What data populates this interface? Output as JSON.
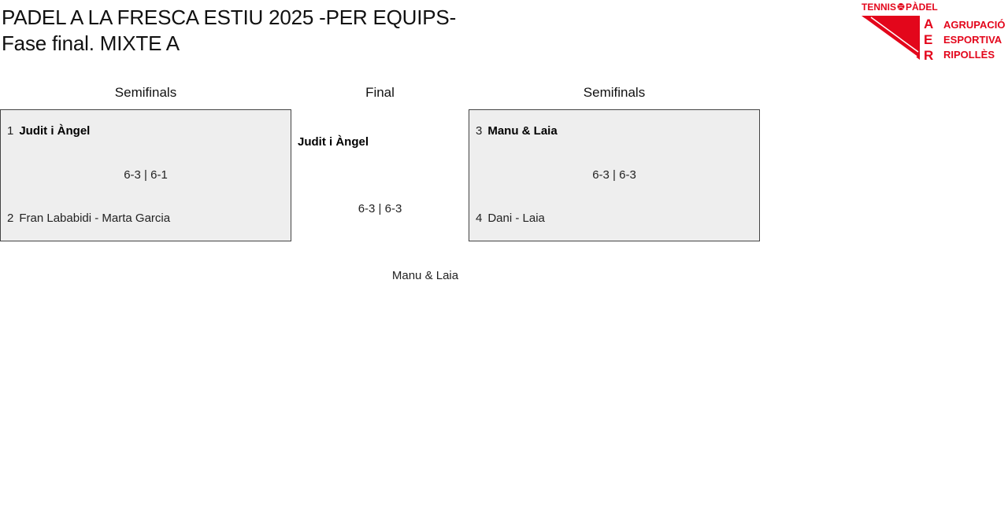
{
  "header": {
    "title_line1": "PADEL A LA FRESCA ESTIU 2025 -PER EQUIPS-",
    "title_line2": "Fase final. MIXTE A"
  },
  "logo": {
    "top_text": "TENNIS",
    "top_text2": "PÀDEL",
    "letters": [
      "A",
      "E",
      "R"
    ],
    "line1": "AGRUPACIÓ",
    "line2": "ESPORTIVA",
    "line3": "RIPOLLÈS",
    "brand_color": "#e3061b"
  },
  "rounds": {
    "left_label": "Semifinals",
    "center_label": "Final",
    "right_label": "Semifinals"
  },
  "semifinal_left": {
    "top_seed": "1",
    "top_team": "Judit i Àngel",
    "score": "6-3 | 6-1",
    "bottom_seed": "2",
    "bottom_team": "Fran Lababidi - Marta Garcia"
  },
  "semifinal_right": {
    "top_seed": "3",
    "top_team": "Manu & Laia",
    "score": "6-3 | 6-3",
    "bottom_seed": "4",
    "bottom_team": "Dani - Laia"
  },
  "final": {
    "winner": "Judit i Àngel",
    "score": "6-3 | 6-3",
    "runner_up": "Manu & Laia"
  },
  "colors": {
    "box_background": "#eeeeee",
    "box_border": "#444444"
  }
}
